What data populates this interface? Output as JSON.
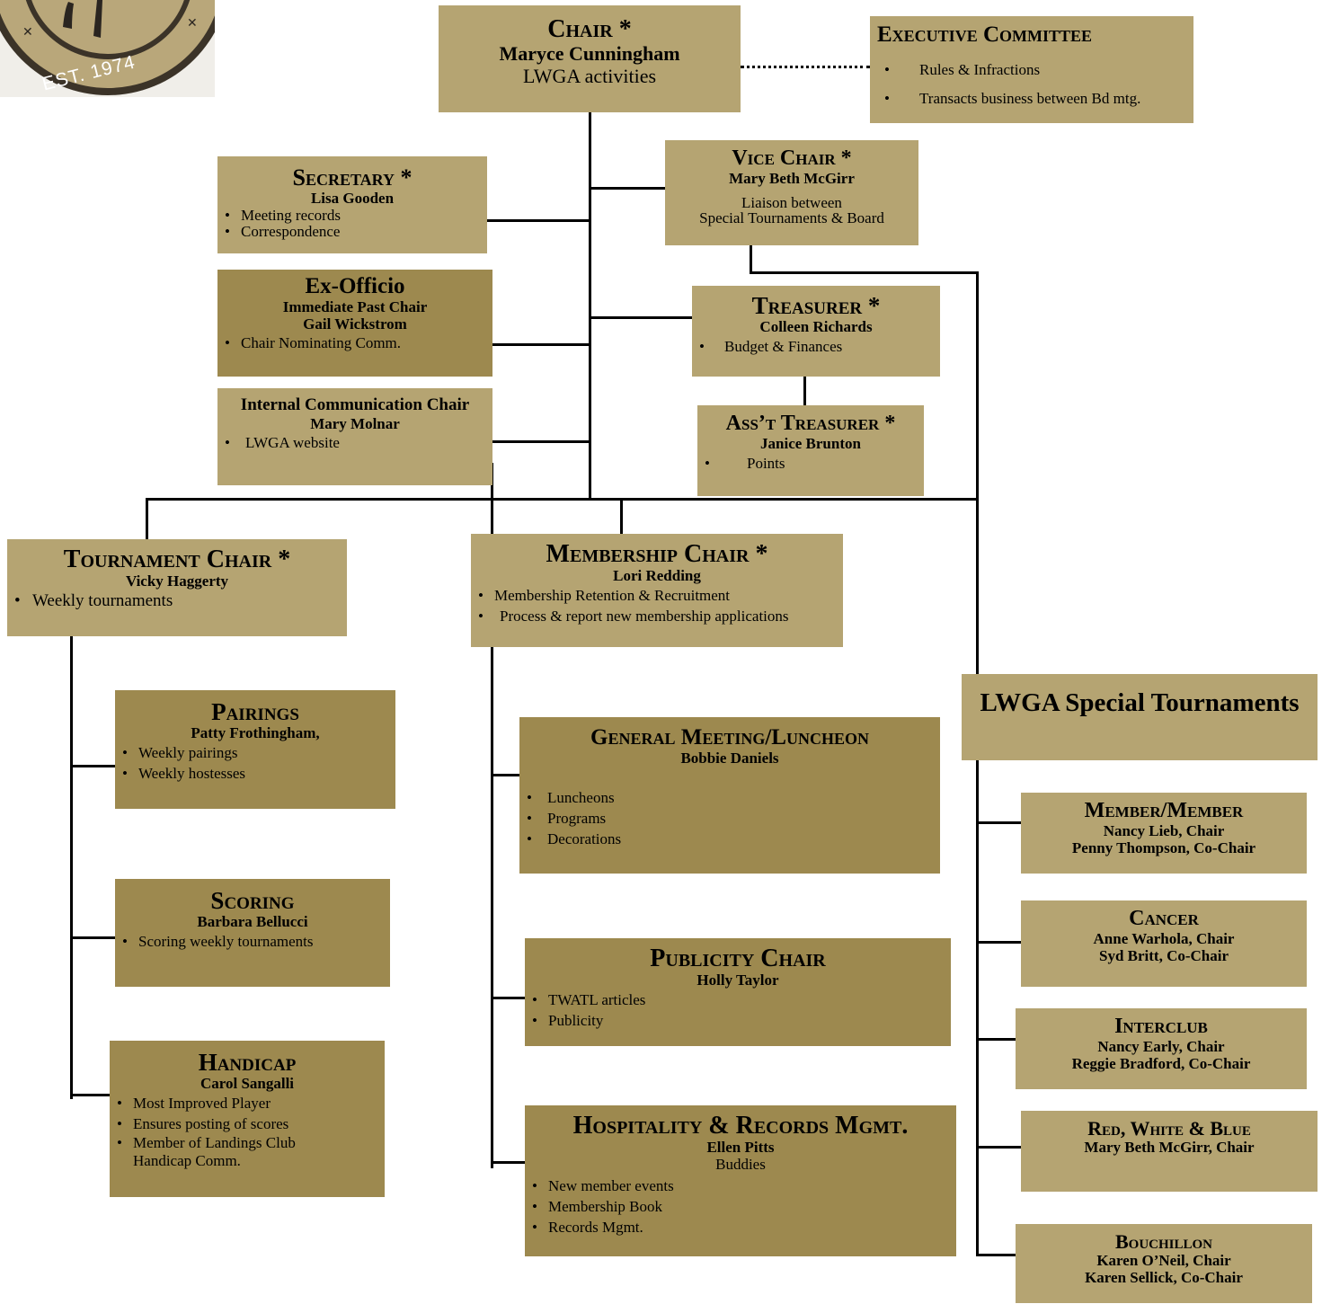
{
  "logo": {
    "text": "EST. 1974"
  },
  "chair": {
    "title": "Chair  *",
    "name": "Maryce Cunningham",
    "desc": "LWGA activities"
  },
  "executive": {
    "title": "Executive Committee",
    "items": [
      "Rules & Infractions",
      "Transacts business between Bd  mtg."
    ]
  },
  "secretary": {
    "title": "Secretary  *",
    "name": "Lisa Gooden",
    "items": [
      "Meeting records",
      "Correspondence"
    ]
  },
  "vice_chair": {
    "title": "Vice Chair *",
    "name": "Mary Beth McGirr",
    "desc1": "Liaison between",
    "desc2": "Special Tournaments & Board"
  },
  "ex_officio": {
    "title": "Ex-Officio",
    "name1": "Immediate Past Chair",
    "name2": "Gail Wickstrom",
    "items": [
      "Chair Nominating Comm."
    ]
  },
  "treasurer": {
    "title": "Treasurer  *",
    "name": "Colleen Richards",
    "items": [
      "Budget & Finances"
    ]
  },
  "internal_comm": {
    "title": "Internal Communication Chair",
    "name": "Mary Molnar",
    "items": [
      "LWGA website"
    ]
  },
  "asst_treasurer": {
    "title": "Ass’t Treasurer *",
    "name": "Janice Brunton",
    "items": [
      "Points"
    ]
  },
  "tournament": {
    "title": "Tournament Chair  *",
    "name": "Vicky Haggerty",
    "items": [
      "Weekly tournaments"
    ]
  },
  "membership": {
    "title": "Membership Chair  *",
    "name": "Lori Redding",
    "items": [
      "Membership Retention & Recruitment",
      "Process & report new membership applications"
    ]
  },
  "pairings": {
    "title": "Pairings",
    "name": "Patty Frothingham,",
    "items": [
      "Weekly pairings",
      "Weekly hostesses"
    ]
  },
  "scoring": {
    "title": "Scoring",
    "name": "Barbara Bellucci",
    "items": [
      "Scoring weekly tournaments"
    ]
  },
  "handicap": {
    "title": "Handicap",
    "name": "Carol Sangalli",
    "items": [
      "Most Improved Player",
      "Ensures posting of scores",
      "Member of Landings Club Handicap Comm."
    ]
  },
  "general_meeting": {
    "title": "General Meeting/Luncheon",
    "name": "Bobbie Daniels",
    "items": [
      "Luncheons",
      "Programs",
      "Decorations"
    ]
  },
  "publicity": {
    "title": "Publicity Chair",
    "name": "Holly Taylor",
    "items": [
      "TWATL articles",
      "Publicity"
    ]
  },
  "hospitality": {
    "title": "Hospitality & Records Mgmt.",
    "name": "Ellen Pitts",
    "sub": "Buddies",
    "items": [
      "New member events",
      "Membership Book",
      "Records Mgmt."
    ]
  },
  "special": {
    "title": "LWGA Special Tournaments"
  },
  "member_member": {
    "title": "Member/Member",
    "name1": "Nancy Lieb, Chair",
    "name2": "Penny Thompson, Co-Chair"
  },
  "cancer": {
    "title": "Cancer",
    "name1": "Anne Warhola, Chair",
    "name2": "Syd Britt, Co-Chair"
  },
  "interclub": {
    "title": "Interclub",
    "name1": "Nancy Early, Chair",
    "name2": "Reggie Bradford, Co-Chair"
  },
  "rwb": {
    "title": "Red, White & Blue",
    "name1": "Mary  Beth McGirr, Chair"
  },
  "bouchillon": {
    "title": "Bouchillon",
    "name1": "Karen O’Neil, Chair",
    "name2": "Karen Sellick, Co-Chair"
  },
  "colors": {
    "box": "#b5a472",
    "box_dark": "#9d894f"
  }
}
